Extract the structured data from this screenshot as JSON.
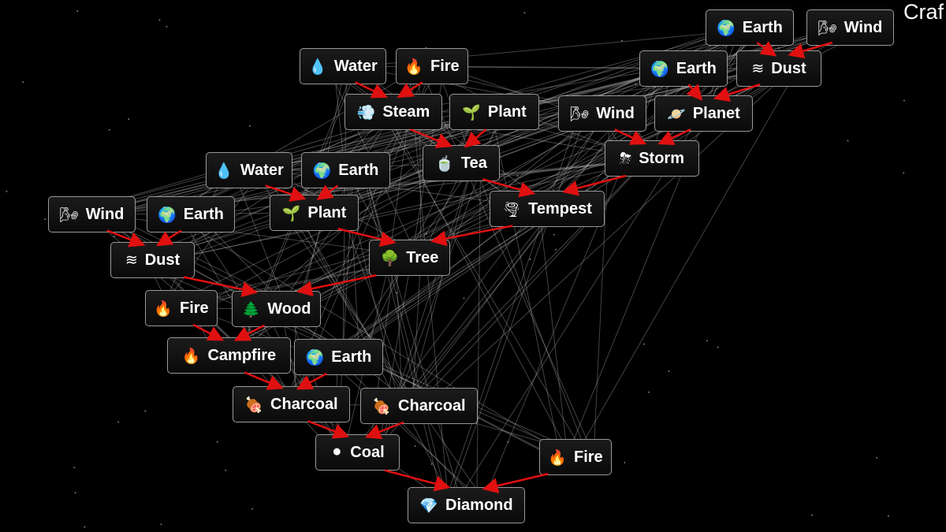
{
  "app": {
    "title_partial": "Craf"
  },
  "colors": {
    "background": "#000000",
    "arrow": "#e01010",
    "edge": "#bfbfbf",
    "node_border": "#9a9a9a"
  },
  "nodes": [
    {
      "label": "Earth",
      "icon": "🌍",
      "icon_name": "earth-globe-icon"
    },
    {
      "label": "Wind",
      "icon": "🌬",
      "icon_name": "wind-face-icon"
    },
    {
      "label": "Earth",
      "icon": "🌍",
      "icon_name": "earth-globe-icon"
    },
    {
      "label": "Dust",
      "icon": "≋",
      "icon_name": "dust-waves-icon"
    },
    {
      "label": "Water",
      "icon": "💧",
      "icon_name": "water-drop-icon"
    },
    {
      "label": "Fire",
      "icon": "🔥",
      "icon_name": "fire-icon"
    },
    {
      "label": "Steam",
      "icon": "💨",
      "icon_name": "steam-icon"
    },
    {
      "label": "Plant",
      "icon": "🌱",
      "icon_name": "seedling-icon"
    },
    {
      "label": "Wind",
      "icon": "🌬",
      "icon_name": "wind-face-icon"
    },
    {
      "label": "Planet",
      "icon": "🪐",
      "icon_name": "planet-icon"
    },
    {
      "label": "Tea",
      "icon": "🍵",
      "icon_name": "tea-bowl-icon"
    },
    {
      "label": "Storm",
      "icon": "⛈",
      "icon_name": "storm-cloud-icon"
    },
    {
      "label": "Water",
      "icon": "💧",
      "icon_name": "water-drop-icon"
    },
    {
      "label": "Earth",
      "icon": "🌍",
      "icon_name": "earth-globe-icon"
    },
    {
      "label": "Wind",
      "icon": "🌬",
      "icon_name": "wind-face-icon"
    },
    {
      "label": "Earth",
      "icon": "🌍",
      "icon_name": "earth-globe-icon"
    },
    {
      "label": "Plant",
      "icon": "🌱",
      "icon_name": "seedling-icon"
    },
    {
      "label": "Tempest",
      "icon": "🌪",
      "icon_name": "tornado-icon"
    },
    {
      "label": "Dust",
      "icon": "≋",
      "icon_name": "dust-waves-icon"
    },
    {
      "label": "Tree",
      "icon": "🌳",
      "icon_name": "tree-icon"
    },
    {
      "label": "Fire",
      "icon": "🔥",
      "icon_name": "fire-icon"
    },
    {
      "label": "Wood",
      "icon": "🌲",
      "icon_name": "evergreen-tree-icon"
    },
    {
      "label": "Campfire",
      "icon": "🔥",
      "icon_name": "fire-icon"
    },
    {
      "label": "Earth",
      "icon": "🌍",
      "icon_name": "earth-globe-icon"
    },
    {
      "label": "Charcoal",
      "icon": "🍖",
      "icon_name": "meat-on-bone-icon"
    },
    {
      "label": "Charcoal",
      "icon": "🍖",
      "icon_name": "meat-on-bone-icon"
    },
    {
      "label": "Coal",
      "icon": "⚫",
      "icon_name": "black-circle-icon"
    },
    {
      "label": "Fire",
      "icon": "🔥",
      "icon_name": "fire-icon"
    },
    {
      "label": "Diamond",
      "icon": "💎",
      "icon_name": "gem-icon"
    }
  ],
  "recipes": [
    [
      0,
      3
    ],
    [
      1,
      3
    ],
    [
      2,
      9
    ],
    [
      3,
      9
    ],
    [
      4,
      6
    ],
    [
      5,
      6
    ],
    [
      6,
      10
    ],
    [
      7,
      10
    ],
    [
      8,
      11
    ],
    [
      9,
      11
    ],
    [
      10,
      17
    ],
    [
      11,
      17
    ],
    [
      12,
      16
    ],
    [
      13,
      16
    ],
    [
      14,
      18
    ],
    [
      15,
      18
    ],
    [
      16,
      19
    ],
    [
      17,
      19
    ],
    [
      18,
      21
    ],
    [
      19,
      21
    ],
    [
      20,
      22
    ],
    [
      21,
      22
    ],
    [
      22,
      24
    ],
    [
      23,
      24
    ],
    [
      24,
      26
    ],
    [
      25,
      26
    ],
    [
      26,
      28
    ],
    [
      27,
      28
    ]
  ]
}
